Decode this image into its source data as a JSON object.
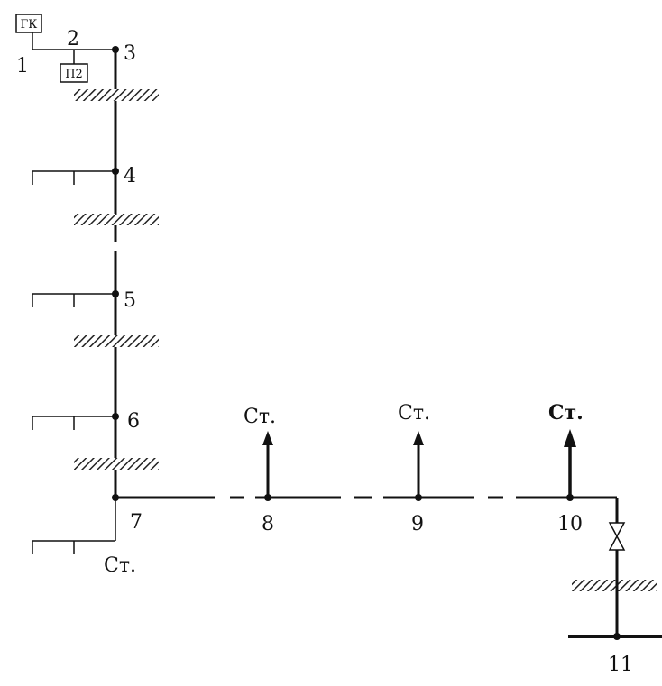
{
  "boxes": {
    "gk": "ГК",
    "p2": "П2"
  },
  "nodes": {
    "n1": "1",
    "n2": "2",
    "n3": "3",
    "n4": "4",
    "n5": "5",
    "n6": "6",
    "n7": "7",
    "n8": "8",
    "n9": "9",
    "n10": "10",
    "n11": "11"
  },
  "risers": {
    "st7": "Ст.",
    "st8": "Ст.",
    "st9": "Ст.",
    "st10": "Ст."
  },
  "colors": {
    "line": "#111111",
    "hatch": "#222222"
  }
}
